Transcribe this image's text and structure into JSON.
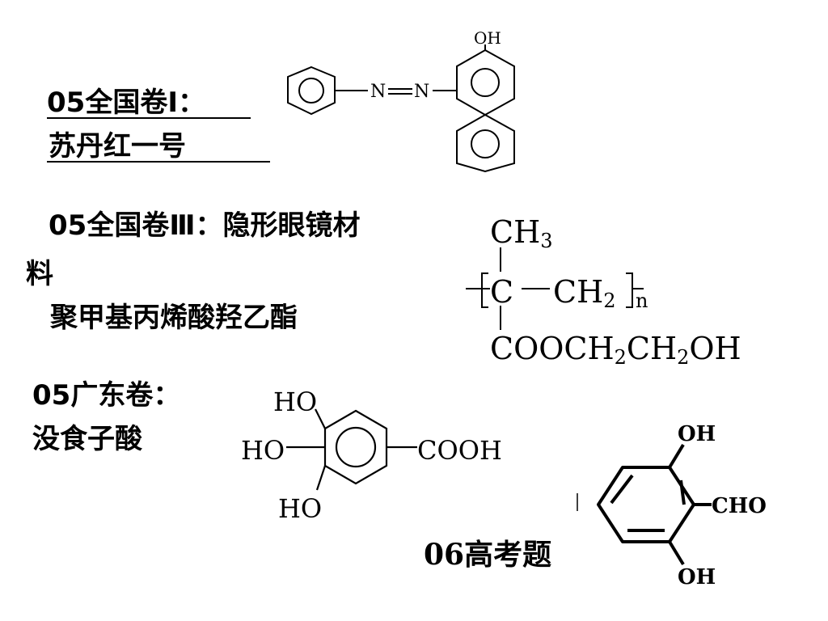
{
  "items": {
    "sudan": {
      "line1": "05全国卷Ⅰ：",
      "line2": "苏丹红一号",
      "oh": "OH",
      "n1": "N",
      "n2": "N"
    },
    "contact_lens": {
      "line1": "05全国卷Ⅲ：隐形眼镜材",
      "line1b": "料",
      "line2": "聚甲基丙烯酸羟乙酯",
      "ch3": "CH",
      "ch3_sub": "3",
      "c": "C",
      "ch2": "CH",
      "ch2_sub": "2",
      "n": "n",
      "ester_a": "COOCH",
      "ester_sub1": "2",
      "ester_b": "CH",
      "ester_sub2": "2",
      "ester_c": "OH"
    },
    "gallic": {
      "line1": "05广东卷：",
      "line2": "没食子酸",
      "ho_top": "HO",
      "ho_mid": "HO",
      "ho_bot": "HO",
      "cooh": "COOH"
    },
    "exam06": {
      "label": "06高考题",
      "oh_top": "OH",
      "cho": "CHO",
      "oh_bot": "OH"
    }
  }
}
